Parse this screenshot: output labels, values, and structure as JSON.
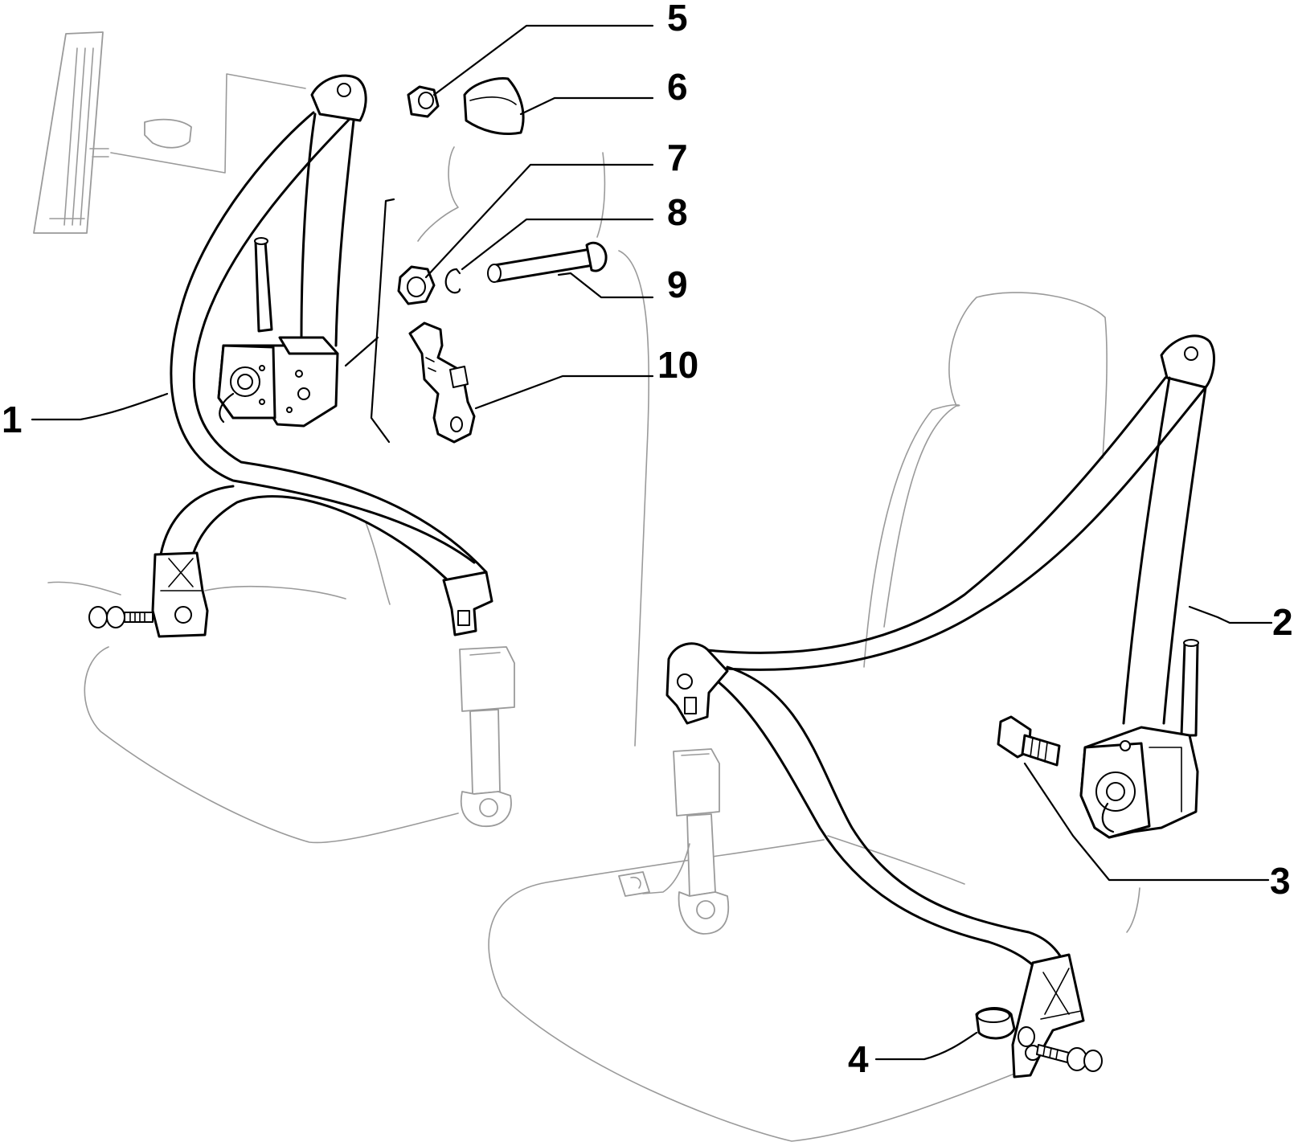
{
  "diagram": {
    "callouts": [
      {
        "id": "1",
        "label": "1"
      },
      {
        "id": "2",
        "label": "2"
      },
      {
        "id": "3",
        "label": "3"
      },
      {
        "id": "4",
        "label": "4"
      },
      {
        "id": "5",
        "label": "5"
      },
      {
        "id": "6",
        "label": "6"
      },
      {
        "id": "7",
        "label": "7"
      },
      {
        "id": "8",
        "label": "8"
      },
      {
        "id": "9",
        "label": "9"
      },
      {
        "id": "10",
        "label": "10"
      }
    ],
    "colors": {
      "line": "#000000",
      "ghost": "#9a9a9a",
      "background": "#ffffff"
    }
  }
}
